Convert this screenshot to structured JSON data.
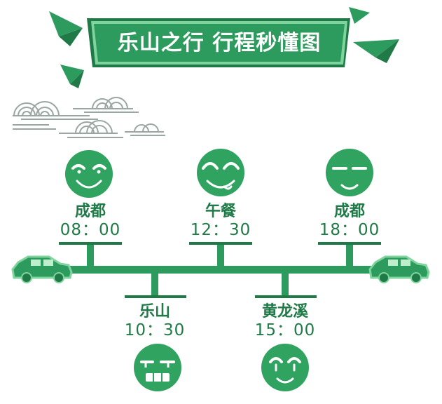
{
  "title": "乐山之行 行程秒懂图",
  "colors": {
    "primary": "#2e9b5e",
    "dark": "#1f7a47",
    "light": "#7fd39c",
    "face": "#2fa35f"
  },
  "stops": [
    {
      "place": "成都",
      "time": "08：00",
      "position": "top",
      "face": "smile-eyebrows-icon"
    },
    {
      "place": "乐山",
      "time": "10：30",
      "position": "bottom",
      "face": "grin-teeth-icon"
    },
    {
      "place": "午餐",
      "time": "12：30",
      "position": "top",
      "face": "happy-brows-icon"
    },
    {
      "place": "黄龙溪",
      "time": "15：00",
      "position": "bottom",
      "face": "calm-brows-icon"
    },
    {
      "place": "成都",
      "time": "18：00",
      "position": "top",
      "face": "flat-eyes-icon"
    }
  ]
}
